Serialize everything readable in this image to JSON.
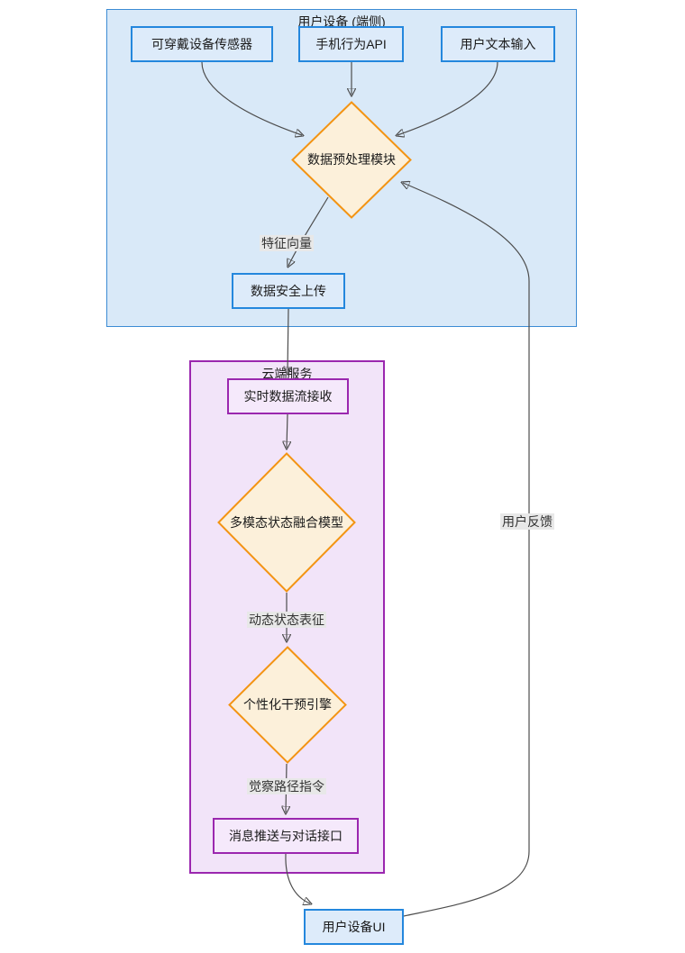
{
  "diagram": {
    "clusters": {
      "device": {
        "title": "用户设备 (端侧)"
      },
      "cloud": {
        "title": "云端服务"
      }
    },
    "nodes": {
      "wearable": {
        "label": "可穿戴设备传感器"
      },
      "phone_api": {
        "label": "手机行为API"
      },
      "text_input": {
        "label": "用户文本输入"
      },
      "preprocess": {
        "label": "数据预处理模块"
      },
      "secure_upload": {
        "label": "数据安全上传"
      },
      "stream_receive": {
        "label": "实时数据流接收"
      },
      "fusion_model": {
        "label": "多模态状态融合模型"
      },
      "intervention_engine": {
        "label": "个性化干预引擎"
      },
      "push_dialog": {
        "label": "消息推送与对话接口"
      },
      "device_ui": {
        "label": "用户设备UI"
      }
    },
    "edge_labels": {
      "feature_vector": "特征向量",
      "dynamic_state": "动态状态表征",
      "awareness_path": "觉察路径指令",
      "user_feedback": "用户反馈"
    },
    "colors": {
      "device_cluster_fill": "#d9e9f8",
      "device_cluster_border": "#3c8bd4",
      "blue_node_fill": "#ddebfa",
      "blue_node_border": "#2487dd",
      "cloud_cluster_fill": "#f2e4f9",
      "cloud_cluster_border": "#9b27af",
      "purple_node_fill": "#f5e9fb",
      "purple_node_border": "#9b27af",
      "diamond_fill": "#fcf0da",
      "diamond_border": "#f39413",
      "edge_color": "#4d4d4d",
      "edge_label_bg": "#e8e8e8",
      "edge_label_text": "#333333",
      "text_color": "#1a1a1a"
    }
  }
}
